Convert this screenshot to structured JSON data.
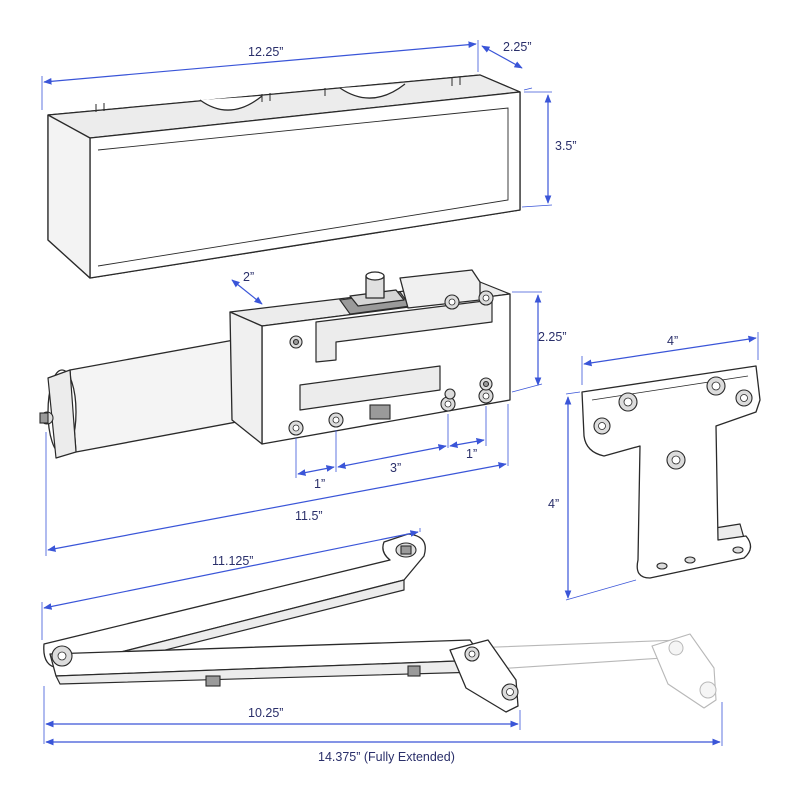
{
  "dimensions": {
    "cover_length": "12.25”",
    "cover_depth": "2.25”",
    "cover_height": "3.5”",
    "body_depth": "2”",
    "body_height": "2.25”",
    "hole_spacing_left": "1”",
    "hole_spacing_center": "3”",
    "hole_spacing_right": "1”",
    "body_length": "11.5”",
    "plate_width": "4”",
    "plate_height": "4”",
    "main_arm_length": "11.125”",
    "forearm_length": "10.25”",
    "arm_extended_length": "14.375” (Fully Extended)"
  },
  "colors": {
    "dimension_line": "#3a55d8",
    "dimension_text": "#2a2f6a",
    "outline": "#2a2a2a"
  }
}
